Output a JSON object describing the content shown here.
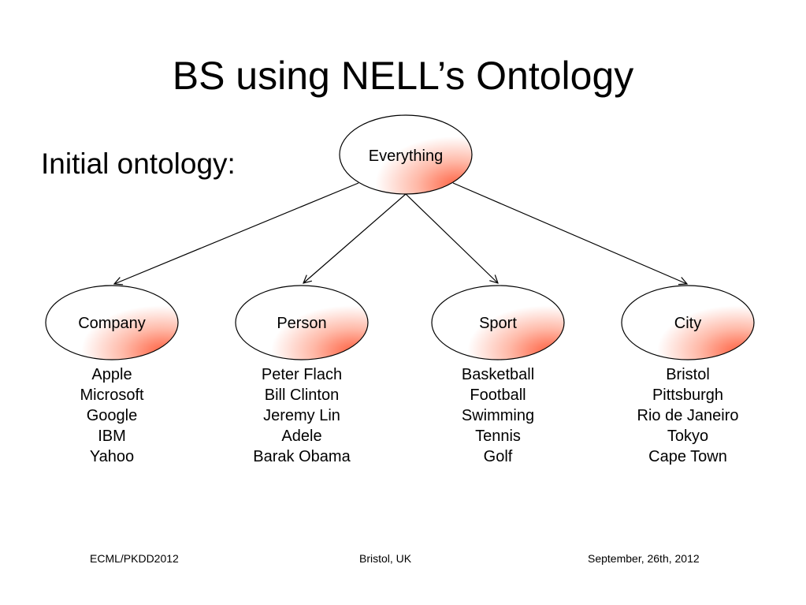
{
  "title": "BS using NELL’s Ontology",
  "subtitle": "Initial ontology:",
  "root": {
    "label": "Everything"
  },
  "categories": [
    {
      "label": "Company",
      "members": [
        "Apple",
        "Microsoft",
        "Google",
        "IBM",
        "Yahoo"
      ]
    },
    {
      "label": "Person",
      "members": [
        "Peter Flach",
        "Bill Clinton",
        "Jeremy Lin",
        "Adele",
        "Barak Obama"
      ]
    },
    {
      "label": "Sport",
      "members": [
        "Basketball",
        "Football",
        "Swimming",
        "Tennis",
        "Golf"
      ]
    },
    {
      "label": "City",
      "members": [
        "Bristol",
        "Pittsburgh",
        "Rio de Janeiro",
        "Tokyo",
        "Cape Town"
      ]
    }
  ],
  "footer": {
    "left": "ECML/PKDD2012",
    "center": "Bristol, UK",
    "right": "September, 26th, 2012"
  },
  "colors": {
    "node_highlight": "#ff6040",
    "node_base": "#ffffff",
    "stroke": "#000000"
  }
}
